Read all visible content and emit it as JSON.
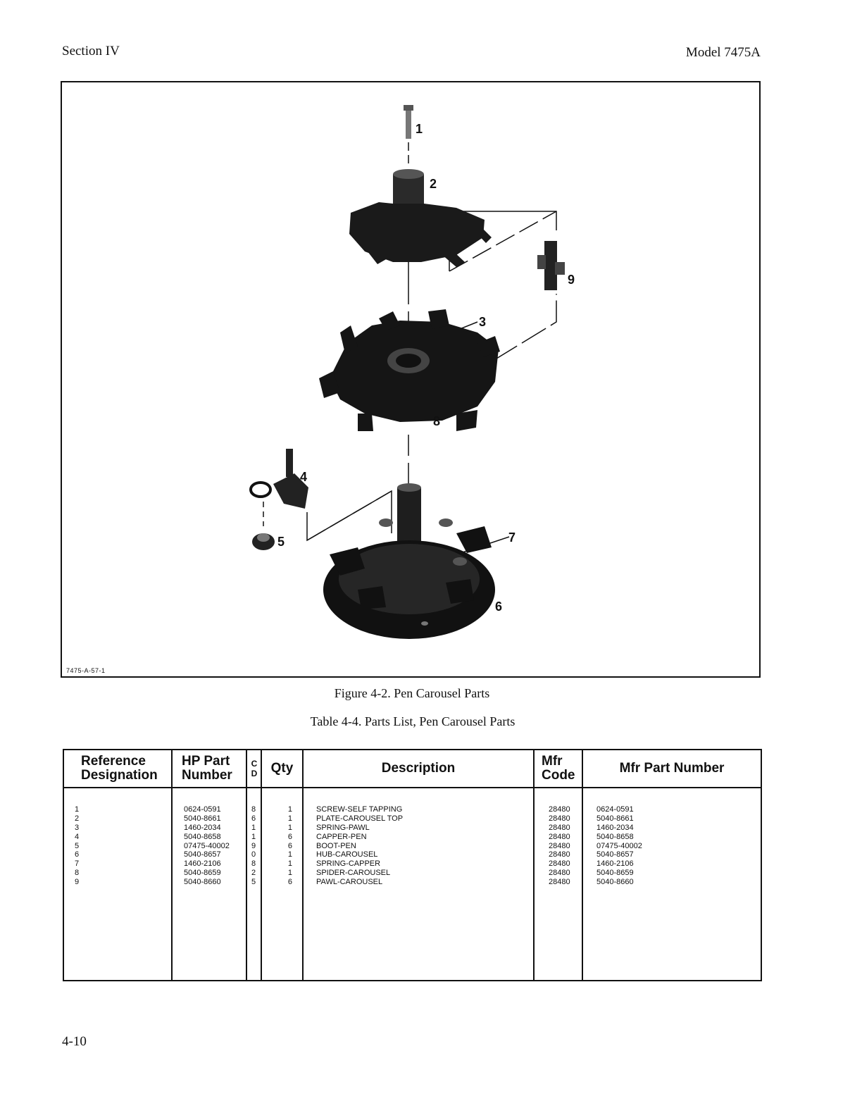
{
  "header": {
    "section": "Section IV",
    "model": "Model 7475A"
  },
  "figure": {
    "code": "7475-A-57-1",
    "callouts": [
      "1",
      "2",
      "3",
      "4",
      "5",
      "6",
      "7",
      "8",
      "9"
    ],
    "caption": "Figure 4-2.  Pen Carousel Parts"
  },
  "table": {
    "caption": "Table 4-4.  Parts List, Pen Carousel Parts",
    "headers": {
      "ref_line1": "Reference",
      "ref_line2": "Designation",
      "hp_line1": "HP Part",
      "hp_line2": "Number",
      "cd_line1": "C",
      "cd_line2": "D",
      "qty": "Qty",
      "description": "Description",
      "mfr_line1": "Mfr",
      "mfr_line2": "Code",
      "mfr_part": "Mfr Part Number"
    },
    "rows": [
      {
        "ref": "1",
        "hp": "0624-0591",
        "cd": "8",
        "qty": "1",
        "desc": "SCREW-SELF TAPPING",
        "code": "28480",
        "mfr": "0624-0591"
      },
      {
        "ref": "2",
        "hp": "5040-8661",
        "cd": "6",
        "qty": "1",
        "desc": "PLATE-CAROUSEL TOP",
        "code": "28480",
        "mfr": "5040-8661"
      },
      {
        "ref": "3",
        "hp": "1460-2034",
        "cd": "1",
        "qty": "1",
        "desc": "SPRING-PAWL",
        "code": "28480",
        "mfr": "1460-2034"
      },
      {
        "ref": "4",
        "hp": "5040-8658",
        "cd": "1",
        "qty": "6",
        "desc": "CAPPER-PEN",
        "code": "28480",
        "mfr": "5040-8658"
      },
      {
        "ref": "5",
        "hp": "07475-40002",
        "cd": "9",
        "qty": "6",
        "desc": "BOOT-PEN",
        "code": "28480",
        "mfr": "07475-40002"
      },
      {
        "ref": "6",
        "hp": "5040-8657",
        "cd": "0",
        "qty": "1",
        "desc": "HUB-CAROUSEL",
        "code": "28480",
        "mfr": "5040-8657"
      },
      {
        "ref": "7",
        "hp": "1460-2106",
        "cd": "8",
        "qty": "1",
        "desc": "SPRING-CAPPER",
        "code": "28480",
        "mfr": "1460-2106"
      },
      {
        "ref": "8",
        "hp": "5040-8659",
        "cd": "2",
        "qty": "1",
        "desc": "SPIDER-CAROUSEL",
        "code": "28480",
        "mfr": "5040-8659"
      },
      {
        "ref": "9",
        "hp": "5040-8660",
        "cd": "5",
        "qty": "6",
        "desc": "PAWL-CAROUSEL",
        "code": "28480",
        "mfr": "5040-8660"
      }
    ]
  },
  "footer": {
    "page": "4-10"
  }
}
